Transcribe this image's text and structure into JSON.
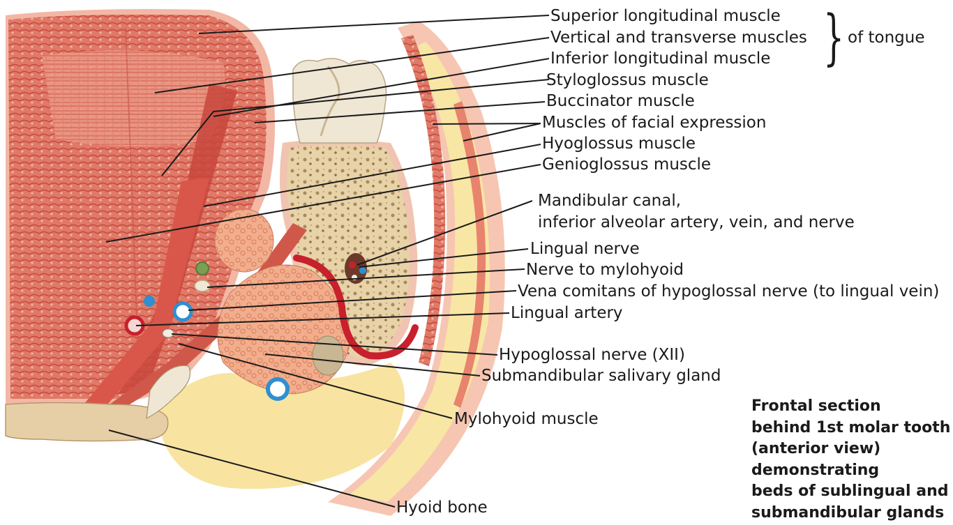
{
  "labels": {
    "superior_longitudinal": "Superior longitudinal muscle",
    "vertical_transverse": "Vertical and transverse muscles",
    "inferior_longitudinal": "Inferior longitudinal muscle",
    "of_tongue": "of tongue",
    "styloglossus": "Styloglossus muscle",
    "buccinator": "Buccinator muscle",
    "facial_expression": "Muscles of facial expression",
    "hyoglossus": "Hyoglossus muscle",
    "genioglossus": "Genioglossus muscle",
    "mandibular_canal_1": "Mandibular canal,",
    "mandibular_canal_2": "inferior alveolar artery, vein, and nerve",
    "lingual_nerve": "Lingual nerve",
    "nerve_mylohyoid": "Nerve to mylohyoid",
    "vena_comitans": "Vena comitans of hypoglossal nerve (to lingual vein)",
    "lingual_artery": "Lingual artery",
    "hypoglossal_nerve": "Hypoglossal nerve (XII)",
    "submandibular_gland": "Submandibular salivary gland",
    "mylohyoid": "Mylohyoid muscle",
    "hyoid_bone": "Hyoid bone"
  },
  "caption": {
    "line1": "Frontal section",
    "line2": "behind 1st molar tooth",
    "line3": "(anterior view)",
    "line4": "demonstrating",
    "line5": "beds of sublingual and",
    "line6": "submandibular glands"
  },
  "colors": {
    "muscle": "#d9574a",
    "muscle_light": "#ec9a84",
    "bone": "#e6cfa6",
    "tooth": "#efe6d4",
    "fat": "#f7e39a",
    "gland": "#f0a883",
    "vein": "#2f8fd0",
    "artery": "#c8202c",
    "nerve": "#f3efe0"
  }
}
